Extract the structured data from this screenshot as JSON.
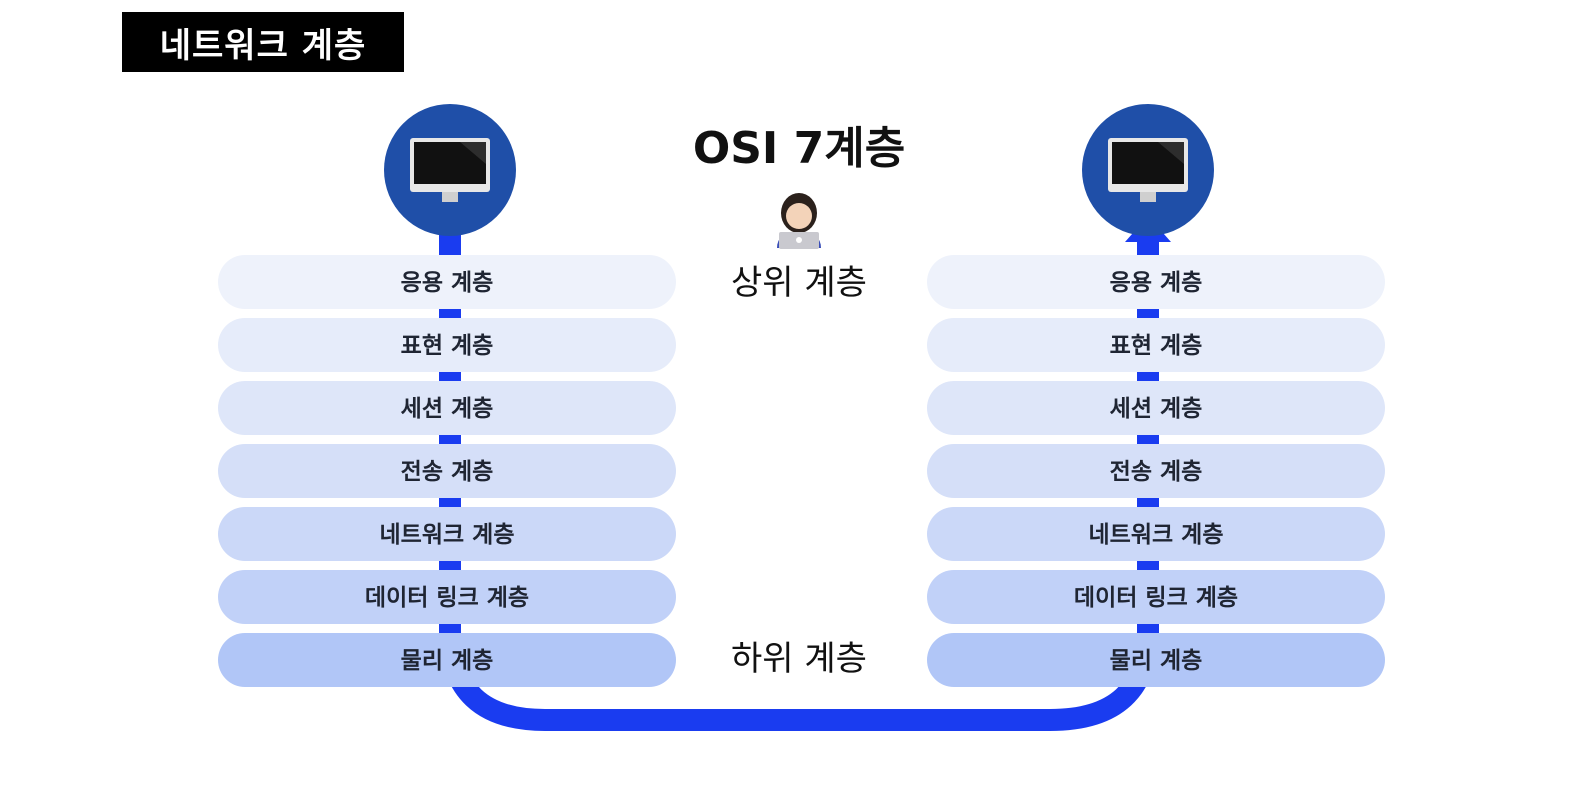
{
  "page_title": "네트워크 계층",
  "diagram": {
    "center_title": "OSI 7계층",
    "upper_label": "상위 계층",
    "lower_label": "하위 계층",
    "layers": [
      "응용 계층",
      "표현 계층",
      "세션 계층",
      "전송 계층",
      "네트워크 계층",
      "데이터 링크 계층",
      "물리 계층"
    ],
    "icons": {
      "host": "computer-monitor-icon",
      "user": "person-with-laptop-icon"
    },
    "colors": {
      "line": "#1a3cf0",
      "node_circle": "#1f4fa8",
      "layer_fill": [
        "#eef2fb",
        "#e6ecfa",
        "#dee6f9",
        "#d5dff8",
        "#cbd8f8",
        "#c1d1f8",
        "#b1c6f7"
      ]
    }
  }
}
